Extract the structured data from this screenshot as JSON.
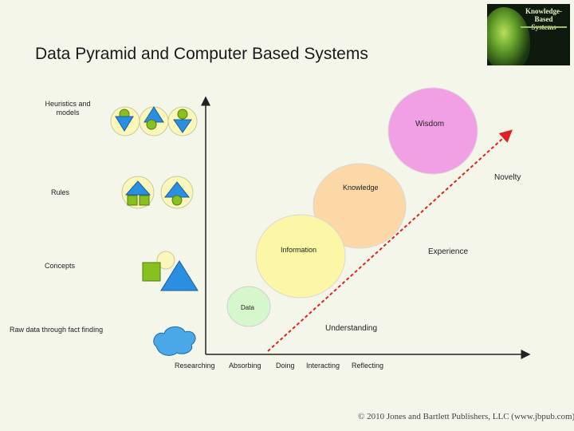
{
  "slide": {
    "title": "Data Pyramid and Computer Based Systems",
    "copyright": "© 2010 Jones and Bartlett Publishers, LLC (www.jbpub.com)"
  },
  "book_cover": {
    "title_line1": "Knowledge-Based",
    "title_line2": "Systems",
    "icon": "human-head-circuit-image"
  },
  "left_labels": {
    "heuristics_line1": "Heuristics and",
    "heuristics_line2": "models",
    "rules": "Rules",
    "concepts": "Concepts",
    "raw_data": "Raw data through fact finding"
  },
  "circles": {
    "wisdom": "Wisdom",
    "knowledge": "Knowledge",
    "information": "Information",
    "data": "Data"
  },
  "annotations": {
    "novelty": "Novelty",
    "experience": "Experience",
    "understanding": "Understanding"
  },
  "x_axis_labels": [
    "Researching",
    "Absorbing",
    "Doing",
    "Interacting",
    "Reflecting"
  ],
  "colors": {
    "wisdom": "#f2a0e6",
    "knowledge": "#fbd8a6",
    "information": "#fbf7a6",
    "data": "#d6f6cc",
    "triangle": "#2a8fe0",
    "square": "#88c020",
    "arrow": "#dd2222",
    "background": "#f4f6ea"
  }
}
